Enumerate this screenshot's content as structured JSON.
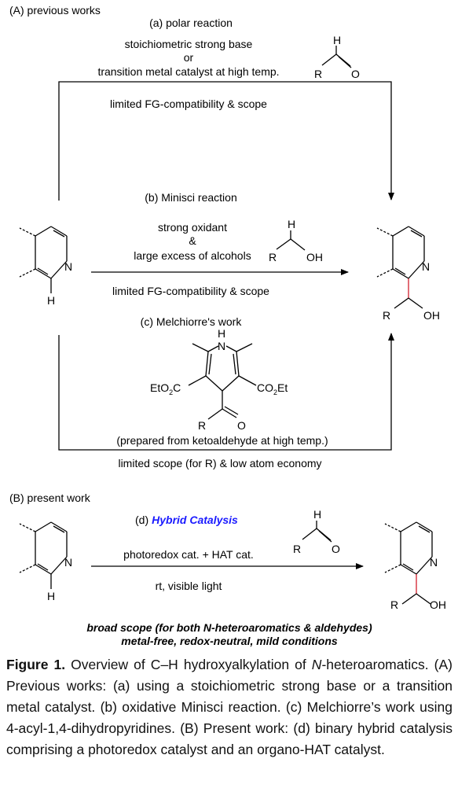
{
  "sectionA": {
    "title": "(A) previous works",
    "a": {
      "label": "(a) polar reaction",
      "cond1": "stoichiometric strong base",
      "cond2": "or",
      "cond3": "transition metal catalyst at high temp.",
      "note": "limited FG-compatibility & scope"
    },
    "b": {
      "label": "(b) Minisci reaction",
      "cond1": "strong oxidant",
      "cond2": "&",
      "cond3": "large excess of alcohols",
      "note": "limited FG-compatibility & scope"
    },
    "c": {
      "label": "(c) Melchiorre's work",
      "prep": "(prepared from ketoaldehyde at high temp.)",
      "note": "limited scope (for R) & low atom economy"
    }
  },
  "sectionB": {
    "title": "(B) present work",
    "d_prefix": "(d)",
    "d_name": "Hybrid Catalysis",
    "cond1": "photoredox cat. + HAT cat.",
    "cond2": "rt, visible light",
    "summary1": "broad scope (for both N-heteroaromatics & aldehydes)",
    "summary2": "metal-free, redox-neutral, mild conditions"
  },
  "atoms": {
    "N": "N",
    "H": "H",
    "R": "R",
    "O": "O",
    "OH": "OH",
    "EtO2C_a": "EtO",
    "EtO2C_b": "2",
    "EtO2C_c": "C",
    "CO2Et_a": "CO",
    "CO2Et_b": "2",
    "CO2Et_c": "Et"
  },
  "caption": {
    "label": "Figure 1.",
    "text1": " Overview of C–H hydroxyalkylation of ",
    "italicN": "N",
    "text2": "-heteroaromatics. (A) Previous works: (a) using a stoichiometric strong base or a transition metal catalyst. (b) oxidative Minisci reaction. (c) Melchiorre’s work using 4-acyl-1,4-dihydropyridines. (B) Present work: (d) binary hybrid catalysis comprising a photoredox catalyst and an organo-HAT catalyst."
  }
}
